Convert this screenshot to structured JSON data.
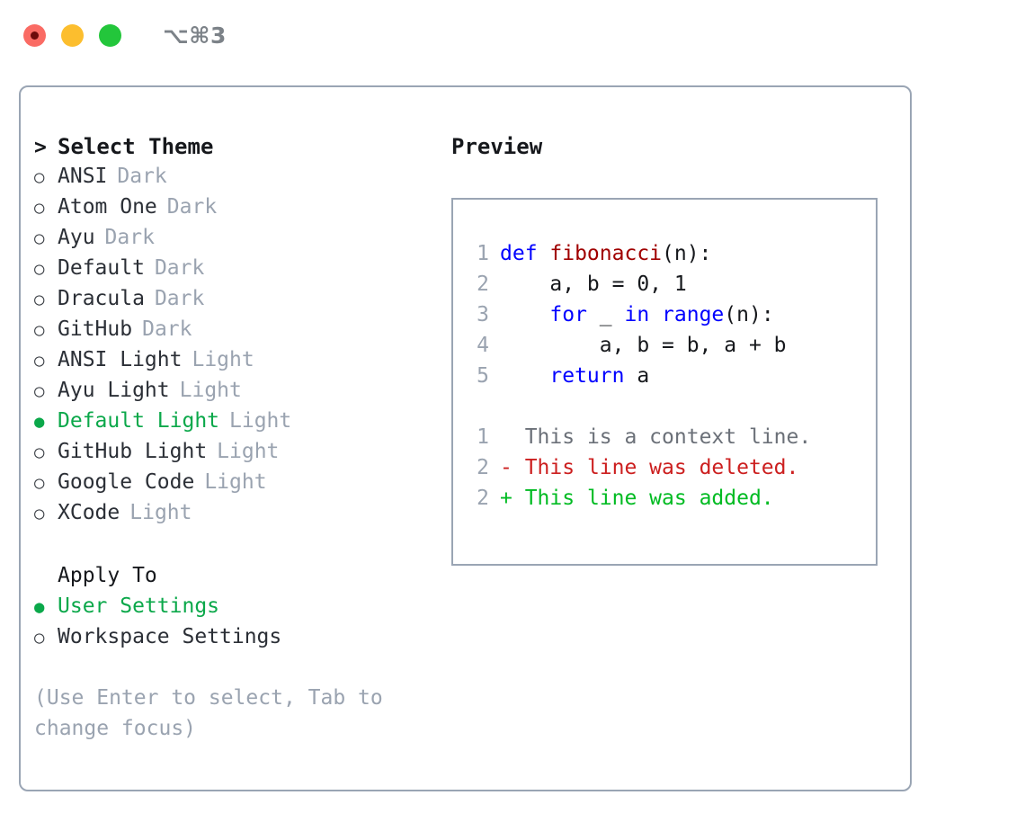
{
  "titlebar": {
    "shortcut": "⌥⌘3",
    "lights": [
      {
        "name": "close",
        "color": "#fa6b64"
      },
      {
        "name": "minimize",
        "color": "#fcbe2e"
      },
      {
        "name": "maximize",
        "color": "#23c63b"
      }
    ]
  },
  "theme_picker": {
    "caret": ">",
    "heading": "Select Theme",
    "bullet_selected": "●",
    "bullet_unselected": "○",
    "accent_color": "#0ba84a",
    "items": [
      {
        "name": "ANSI",
        "variant": "Dark",
        "selected": false
      },
      {
        "name": "Atom One",
        "variant": "Dark",
        "selected": false
      },
      {
        "name": "Ayu",
        "variant": "Dark",
        "selected": false
      },
      {
        "name": "Default",
        "variant": "Dark",
        "selected": false
      },
      {
        "name": "Dracula",
        "variant": "Dark",
        "selected": false
      },
      {
        "name": "GitHub",
        "variant": "Dark",
        "selected": false
      },
      {
        "name": "ANSI Light",
        "variant": "Light",
        "selected": false
      },
      {
        "name": "Ayu Light",
        "variant": "Light",
        "selected": false
      },
      {
        "name": "Default Light",
        "variant": "Light",
        "selected": true
      },
      {
        "name": "GitHub Light",
        "variant": "Light",
        "selected": false
      },
      {
        "name": "Google Code",
        "variant": "Light",
        "selected": false
      },
      {
        "name": "XCode",
        "variant": "Light",
        "selected": false
      }
    ]
  },
  "apply_to": {
    "heading": "Apply To",
    "items": [
      {
        "name": "User Settings",
        "selected": true
      },
      {
        "name": "Workspace Settings",
        "selected": false
      }
    ]
  },
  "hint": "(Use Enter to select, Tab to change focus)",
  "preview": {
    "title": "Preview",
    "code_lines": [
      {
        "number": "1",
        "tokens": [
          {
            "text": "def ",
            "style": "kw"
          },
          {
            "text": "fibonacci",
            "style": "fn"
          },
          {
            "text": "(n):",
            "style": "plain"
          }
        ]
      },
      {
        "number": "2",
        "tokens": [
          {
            "text": "    a, b = 0, 1",
            "style": "plain"
          }
        ]
      },
      {
        "number": "3",
        "tokens": [
          {
            "text": "    ",
            "style": "plain"
          },
          {
            "text": "for",
            "style": "kw"
          },
          {
            "text": " _ ",
            "style": "plain"
          },
          {
            "text": "in",
            "style": "kw"
          },
          {
            "text": " ",
            "style": "plain"
          },
          {
            "text": "range",
            "style": "kw"
          },
          {
            "text": "(n):",
            "style": "plain"
          }
        ]
      },
      {
        "number": "4",
        "tokens": [
          {
            "text": "        a, b = b, a + b",
            "style": "plain"
          }
        ]
      },
      {
        "number": "5",
        "tokens": [
          {
            "text": "    ",
            "style": "plain"
          },
          {
            "text": "return",
            "style": "kw"
          },
          {
            "text": " a",
            "style": "plain"
          }
        ]
      }
    ],
    "diff_lines": [
      {
        "number": "1",
        "sign": " ",
        "text": "This is a context line.",
        "style": "diff-ctx"
      },
      {
        "number": "2",
        "sign": "-",
        "text": "This line was deleted.",
        "style": "diff-del"
      },
      {
        "number": "2",
        "sign": "+",
        "text": "This line was added.",
        "style": "diff-add"
      }
    ],
    "colors": {
      "keyword": "#0000ff",
      "function": "#a00000",
      "plain": "#16181c",
      "line_number": "#9aa3b0",
      "context": "#6b7078",
      "deleted": "#cc1f1f",
      "added": "#00bb22",
      "border": "#9aa5b4"
    }
  }
}
